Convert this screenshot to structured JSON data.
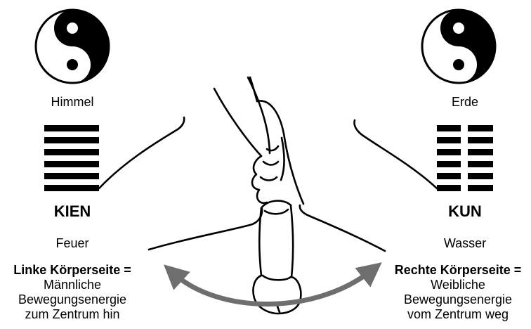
{
  "left": {
    "top_label": "Himmel",
    "trigram_name": "KIEN",
    "element_label": "Feuer",
    "heading": "Linke Körperseite =",
    "line1": "Männliche",
    "line2": "Bewegungsenergie",
    "line3": "zum Zentrum hin"
  },
  "right": {
    "top_label": "Erde",
    "trigram_name": "KUN",
    "element_label": "Wasser",
    "heading": "Rechte Körperseite =",
    "line1": "Weibliche",
    "line2": "Bewegungsenergie",
    "line3": "vom Zentrum weg"
  },
  "colors": {
    "ink": "#000000",
    "arrow": "#6e6e6e",
    "background": "#ffffff"
  },
  "icons": [
    "yin-yang-icon",
    "kien-trigram-icon",
    "kun-trigram-icon",
    "energy-flow-arrow"
  ]
}
